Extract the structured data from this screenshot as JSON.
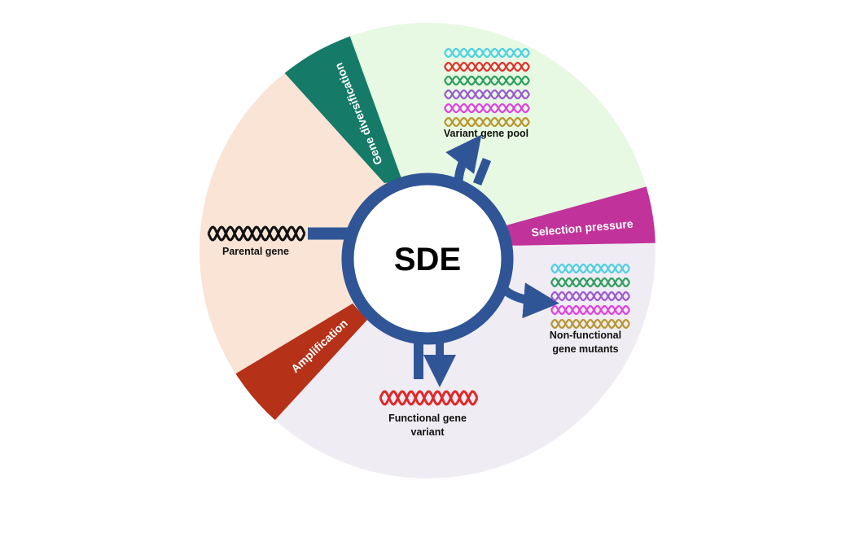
{
  "center_label": "SDE",
  "stages": {
    "gene_diversification": "Gene diversification",
    "selection_pressure": "Selection pressure",
    "amplification": "Amplification"
  },
  "labels": {
    "parental_gene": "Parental gene",
    "variant_gene_pool": "Variant gene pool",
    "non_functional_1": "Non-functional",
    "non_functional_2": "gene mutants",
    "functional_1": "Functional gene",
    "functional_2": "variant"
  },
  "colors": {
    "peach": "#f9e4d6",
    "green": "#e7f9e2",
    "lavender": "#efecf3",
    "gene_div_band": "#157a68",
    "selection_band": "#c1329a",
    "amplification_band": "#b53118",
    "ring": "#2f5597"
  },
  "genes": {
    "parental": [
      "#111111"
    ],
    "variant_pool": [
      "#4dd0e1",
      "#e03030",
      "#2e9e5e",
      "#9b59d0",
      "#e040e0",
      "#b8962e"
    ],
    "non_functional": [
      "#4dd0e1",
      "#2e9e5e",
      "#9b59d0",
      "#e040e0",
      "#b8962e"
    ],
    "functional": [
      "#e02828"
    ]
  }
}
